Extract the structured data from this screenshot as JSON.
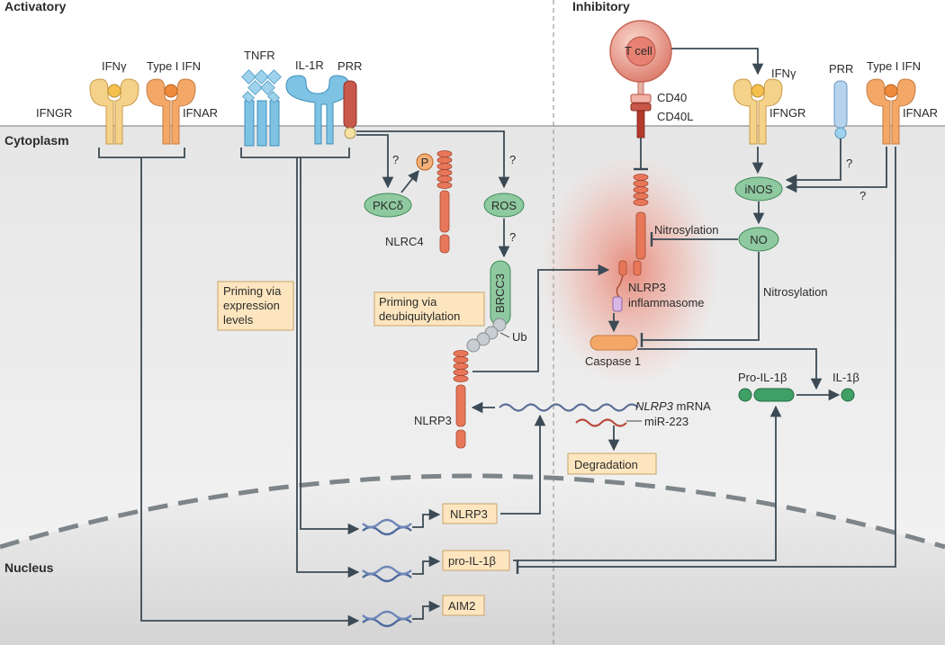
{
  "headers": {
    "activatory": "Activatory",
    "inhibitory": "Inhibitory",
    "cytoplasm": "Cytoplasm",
    "nucleus": "Nucleus"
  },
  "receptors": {
    "ifng_left": "IFNγ",
    "type1ifn_left": "Type I IFN",
    "ifngr_left": "IFNGR",
    "ifnar_left": "IFNAR",
    "tnfr": "TNFR",
    "il1r": "IL-1R",
    "prr_left": "PRR",
    "tcell": "T cell",
    "cd40": "CD40",
    "cd40l": "CD40L",
    "ifng_right": "IFNγ",
    "ifngr_right": "IFNGR",
    "prr_right": "PRR",
    "type1ifn_right": "Type I IFN",
    "ifnar_right": "IFNAR"
  },
  "nodes": {
    "pkcd": "PKCδ",
    "p": "P",
    "nlrc4": "NLRC4",
    "ros": "ROS",
    "brcc3": "BRCC3",
    "ub": "Ub",
    "nlrp3": "NLRP3",
    "inos": "iNOS",
    "no": "NO",
    "nlrp3_inflammasome_1": "NLRP3",
    "nlrp3_inflammasome_2": "inflammasome",
    "caspase1": "Caspase 1",
    "pro_il1b": "Pro-IL-1β",
    "il1b": "IL-1β",
    "mrna_italic": "NLRP3",
    "mrna_suffix": " mRNA",
    "mir223": "miR-223"
  },
  "boxes": {
    "priming_expression": [
      "Priming via",
      "expression",
      "levels"
    ],
    "priming_deubiq": [
      "Priming via",
      "deubiquitylation"
    ],
    "degradation": "Degradation",
    "gene_nlrp3": "NLRP3",
    "gene_proil1b": "pro-IL-1β",
    "gene_aim2": "AIM2"
  },
  "edge_labels": {
    "q_pkcd": "?",
    "q_ros": "?",
    "q_brcc3": "?",
    "q_prr_inos": "?",
    "q_ifnar_inos": "?",
    "nitrosylation_1": "Nitrosylation",
    "nitrosylation_2": "Nitrosylation"
  },
  "colors": {
    "receptor_yellow": "#f5d28a",
    "receptor_orange": "#f3a868",
    "tnfr_blue": "#7ec3e4",
    "prr_red": "#c8584a",
    "green_node": "#8fc9a0",
    "box_fill": "#fde6bf",
    "tcell": "#e79a8e",
    "cytoplasm_bg": "#ebebeb",
    "nucleus_bg": "#dcdcdc"
  }
}
